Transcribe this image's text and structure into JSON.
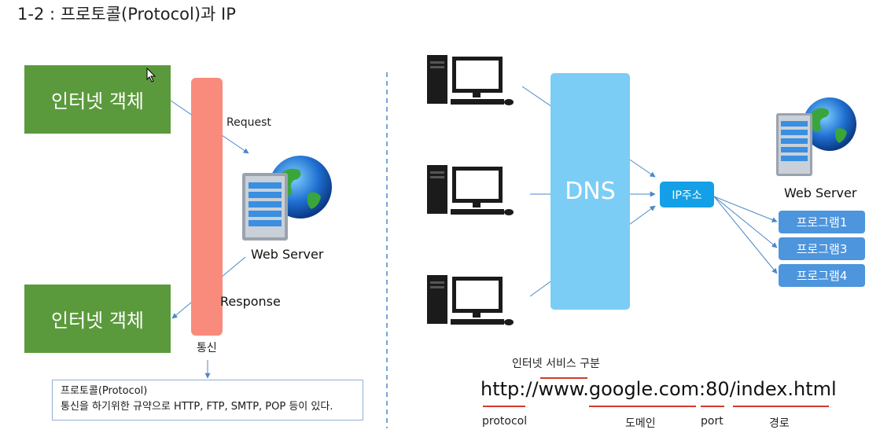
{
  "title": "1-2 : 프로토콜(Protocol)과 IP",
  "left": {
    "client_top": "인터넷 객체",
    "client_bottom": "인터넷 객체",
    "request_label": "Request",
    "response_label": "Response",
    "server_label": "Web Server",
    "channel_label": "통신",
    "note_title": "프로토콜(Protocol)",
    "note_body": "통신을 하기위한 규약으로 HTTP, FTP, SMTP, POP 등이 있다."
  },
  "right": {
    "dns_label": "DNS",
    "ip_label": "IP주소",
    "server_label": "Web Server",
    "programs": [
      "프로그램1",
      "프로그램3",
      "프로그램4"
    ],
    "service_caption": "인터넷 서비스 구분",
    "url": {
      "protocol": "http",
      "sep1": "://",
      "www": "www.",
      "domain": "google.com",
      "colon": ":",
      "port": "80",
      "path": "/index.html"
    },
    "labels": {
      "protocol": "protocol",
      "domain": "도메인",
      "port": "port",
      "path": "경로"
    }
  },
  "colors": {
    "green": "#5b9a3c",
    "red_bar": "#f98b7d",
    "dns": "#7ccdf5",
    "ip": "#14a0e6",
    "program": "#4d95dd",
    "arrow": "#4a88c8",
    "underline": "#d23a2e"
  }
}
